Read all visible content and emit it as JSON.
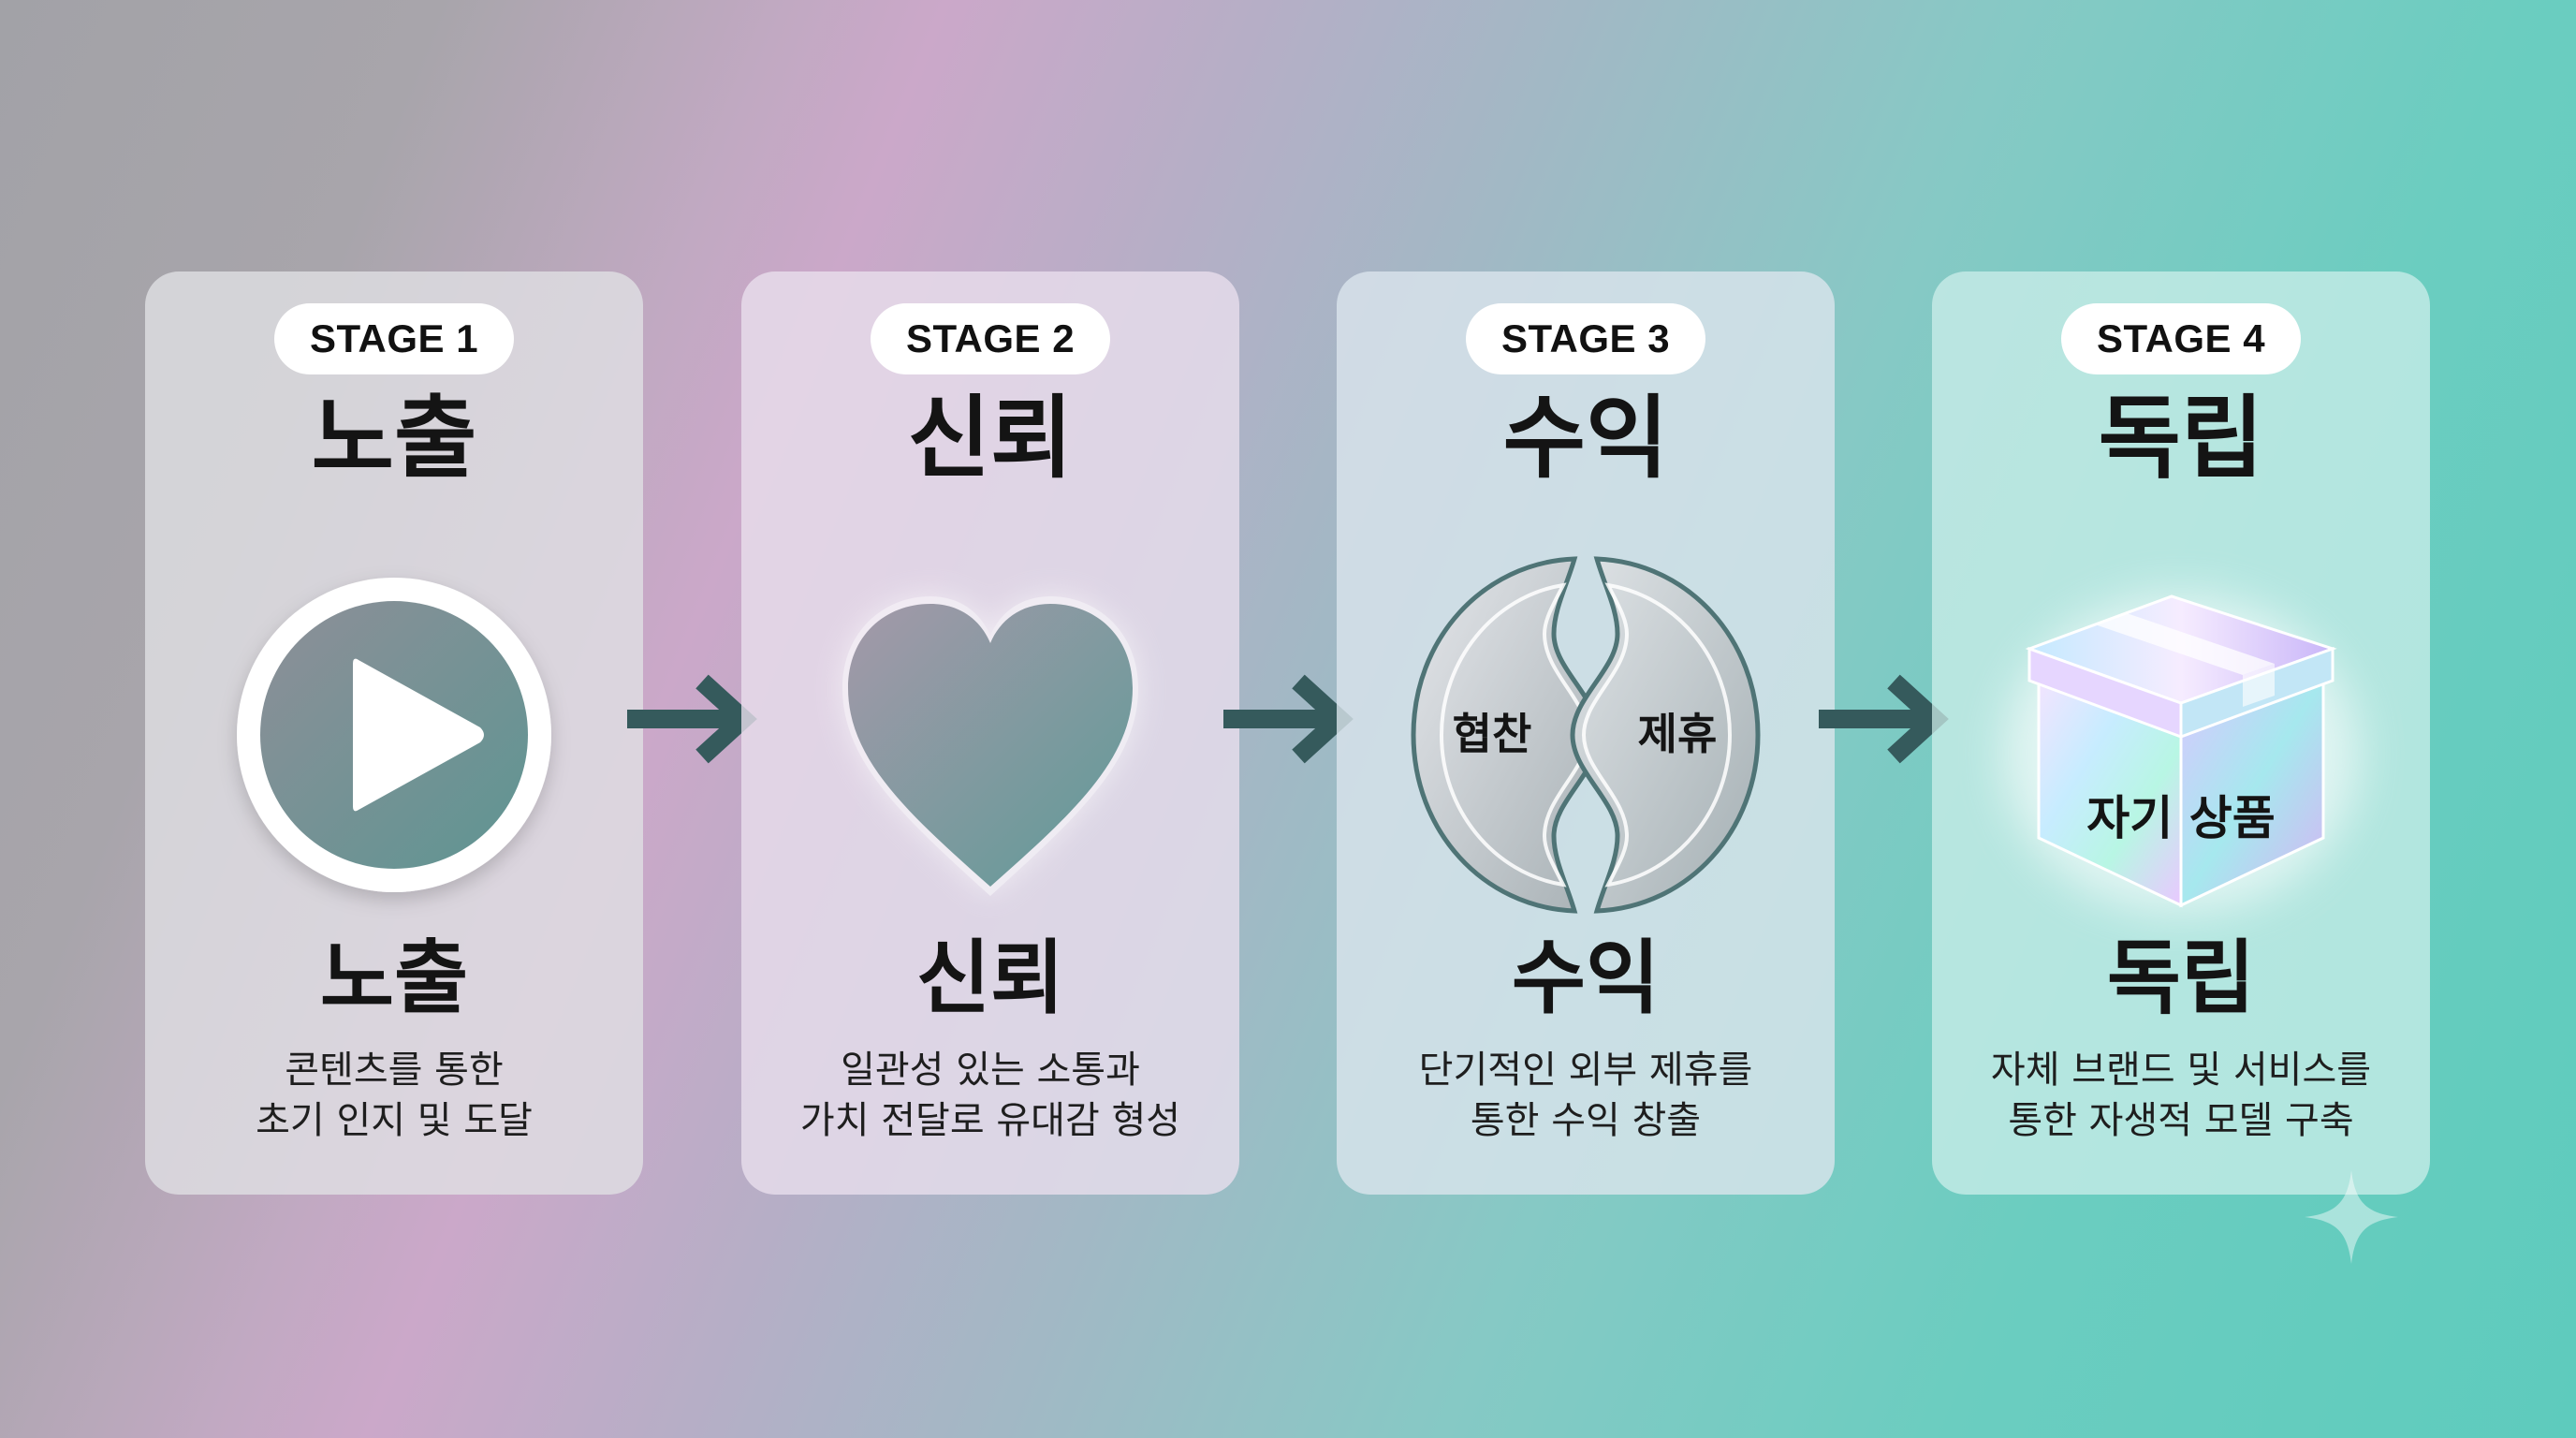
{
  "stages": [
    {
      "badge": "STAGE 1",
      "title": "노출",
      "icon": "play-button-icon",
      "subtitle": "노출",
      "description": [
        "콘텐츠를 통한",
        "초기 인지 및 도달"
      ]
    },
    {
      "badge": "STAGE 2",
      "title": "신뢰",
      "icon": "heart-icon",
      "subtitle": "신뢰",
      "description": [
        "일관성 있는 소통과",
        "가치 전달로 유대감 형성"
      ]
    },
    {
      "badge": "STAGE 3",
      "title": "수익",
      "icon": "split-circle-icon",
      "icon_labels": [
        "협찬",
        "제휴"
      ],
      "subtitle": "수익",
      "description": [
        "단기적인 외부 제휴를",
        "통한 수익 창출"
      ]
    },
    {
      "badge": "STAGE 4",
      "title": "독립",
      "icon": "product-box-icon",
      "icon_labels": [
        "자기 상품"
      ],
      "subtitle": "독립",
      "description": [
        "자체 브랜드 및 서비스를",
        "통한 자생적 모델 구축"
      ]
    }
  ],
  "connectors": [
    "arrow-right-icon",
    "arrow-right-icon",
    "arrow-right-icon"
  ],
  "decoration": "sparkle-icon",
  "colors": {
    "accent": "#5e8f90",
    "arrow": "#355a5c",
    "text": "#141414",
    "badge_bg": "#ffffff"
  }
}
